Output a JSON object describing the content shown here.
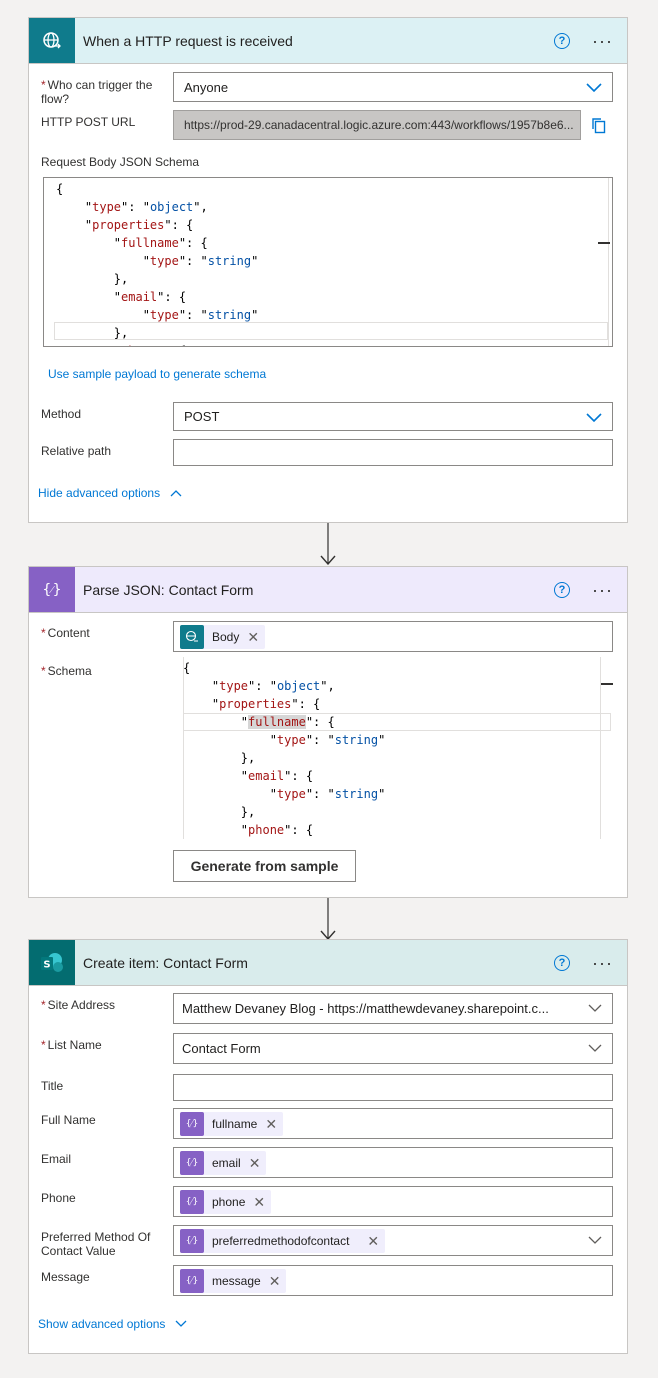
{
  "trigger": {
    "title": "When a HTTP request is received",
    "help": "?",
    "more": "···",
    "who_label": "Who can trigger the flow?",
    "who_value": "Anyone",
    "url_label": "HTTP POST URL",
    "url_value": "https://prod-29.canadacentral.logic.azure.com:443/workflows/1957b8e6...",
    "schema_label": "Request Body JSON Schema",
    "schema_lines": [
      "{",
      "    \"type\": \"object\",",
      "    \"properties\": {",
      "        \"fullname\": {",
      "            \"type\": \"string\"",
      "        },",
      "        \"email\": {",
      "            \"type\": \"string\"",
      "        },",
      "        \"phone\": {"
    ],
    "sample_link": "Use sample payload to generate schema",
    "method_label": "Method",
    "method_value": "POST",
    "path_label": "Relative path",
    "path_value": "",
    "hide_advanced": "Hide advanced options"
  },
  "parse": {
    "title": "Parse JSON: Contact Form",
    "help": "?",
    "more": "···",
    "content_label": "Content",
    "content_token": "Body",
    "schema_label": "Schema",
    "generate_button": "Generate from sample"
  },
  "create": {
    "title": "Create item: Contact Form",
    "help": "?",
    "more": "···",
    "site_label": "Site Address",
    "site_value": "Matthew Devaney Blog - https://matthewdevaney.sharepoint.c...",
    "list_label": "List Name",
    "list_value": "Contact Form",
    "title_label": "Title",
    "title_value": "",
    "fullname_label": "Full Name",
    "fullname_token": "fullname",
    "email_label": "Email",
    "email_token": "email",
    "phone_label": "Phone",
    "phone_token": "phone",
    "pref_label": "Preferred Method Of Contact Value",
    "pref_token": "preferredmethodofcontact",
    "message_label": "Message",
    "message_token": "message",
    "show_advanced": "Show advanced options"
  },
  "colors": {
    "http_accent": "#0f7b8c",
    "parse_accent": "#8661c5",
    "sharepoint_accent": "#036c70"
  }
}
